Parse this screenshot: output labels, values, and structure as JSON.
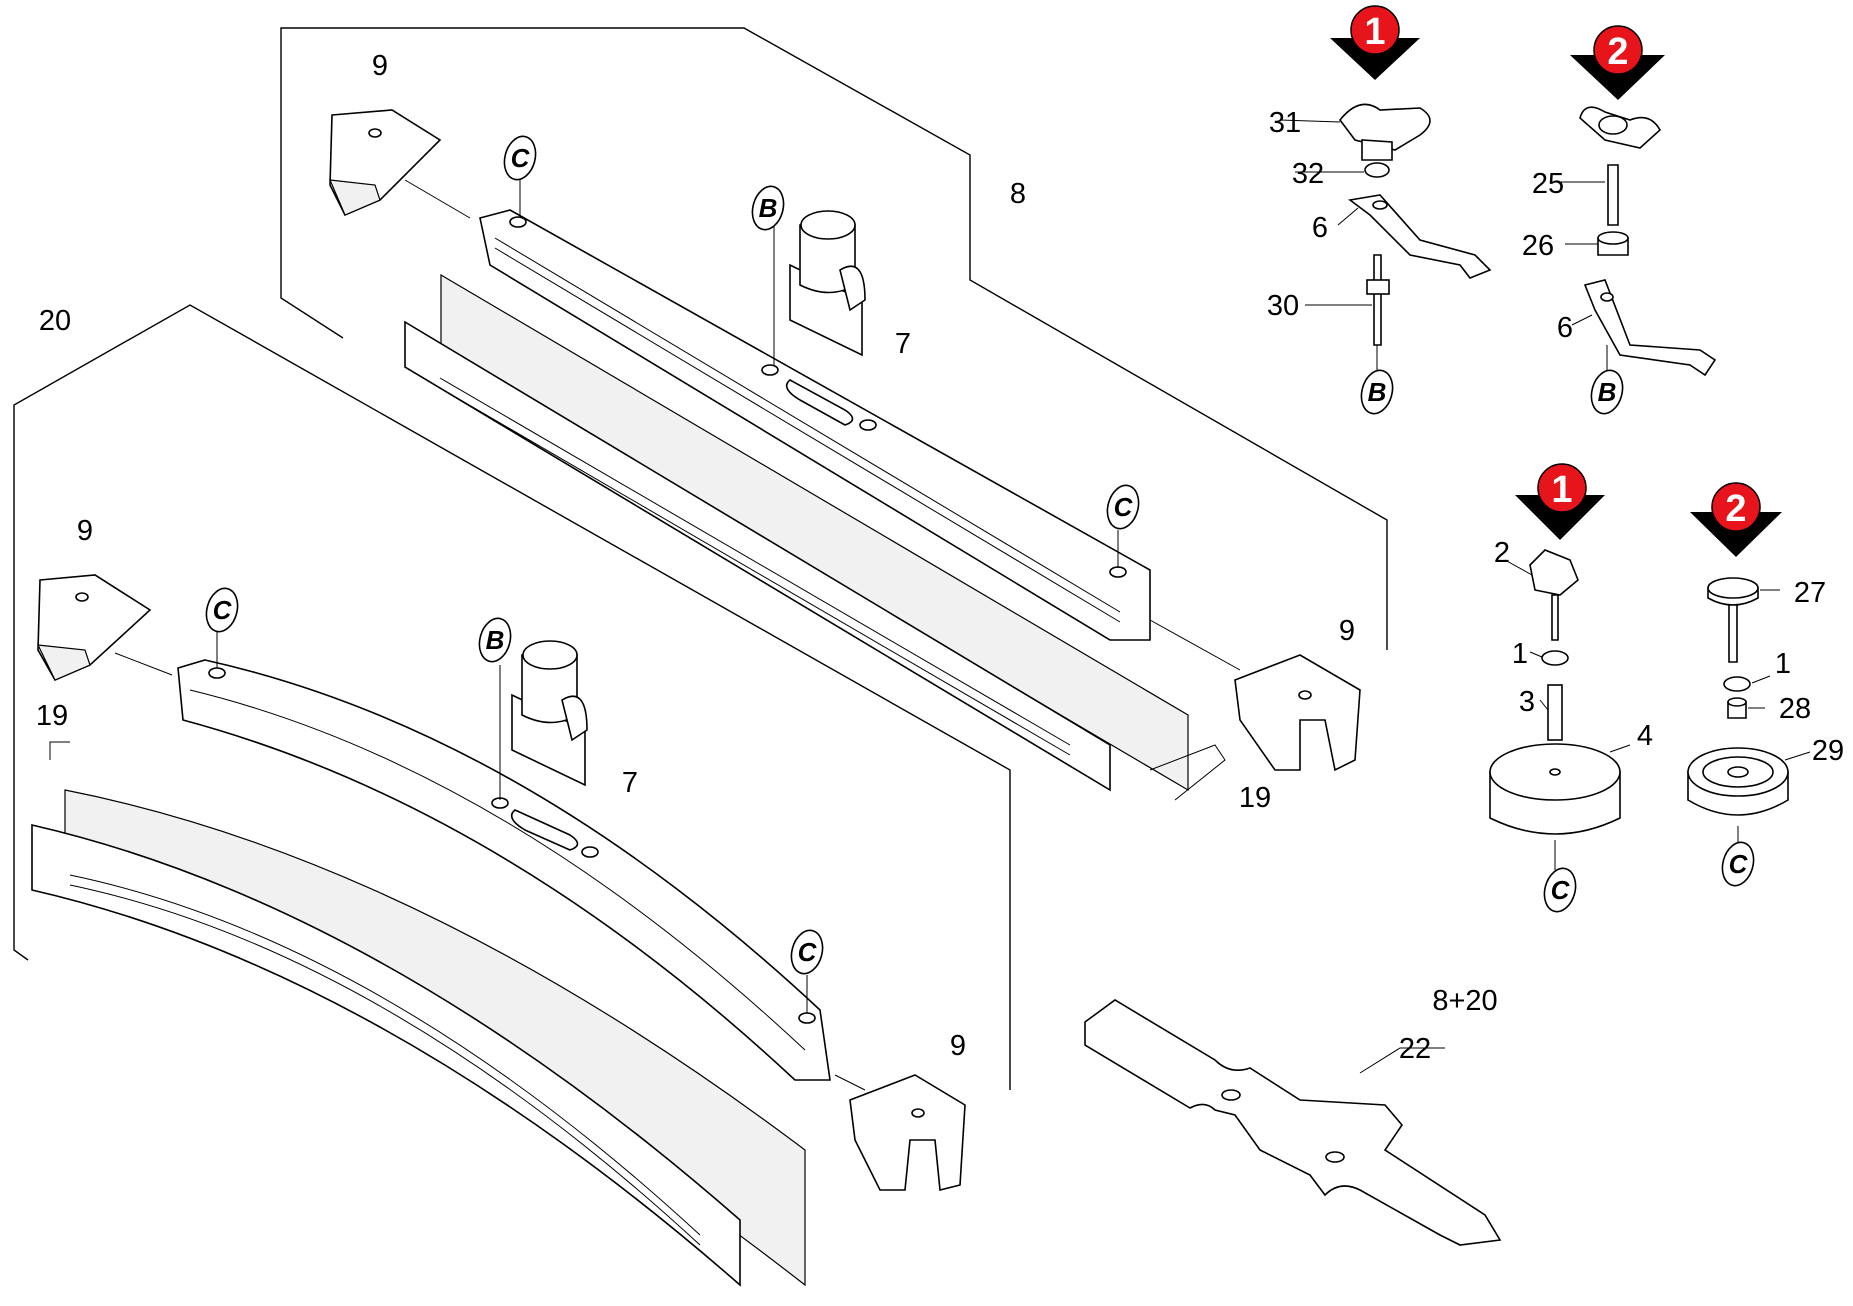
{
  "diagram": {
    "part_numbers": {
      "p1a": "1",
      "p1b": "1",
      "p2": "2",
      "p3": "3",
      "p4": "4",
      "p6a": "6",
      "p6b": "6",
      "p7a": "7",
      "p7b": "7",
      "p8": "8",
      "p9a": "9",
      "p9b": "9",
      "p9c": "9",
      "p9d": "9",
      "p19a": "19",
      "p19b": "19",
      "p20": "20",
      "p22": "22",
      "p8_20": "8+20",
      "p25": "25",
      "p26": "26",
      "p27": "27",
      "p28": "28",
      "p29": "29",
      "p30": "30",
      "p31": "31",
      "p32": "32"
    },
    "reference_letters": {
      "b1": "B",
      "b2": "B",
      "b3": "B",
      "b4": "B",
      "c1": "C",
      "c2": "C",
      "c3": "C",
      "c4": "C",
      "c5": "C",
      "c6": "C"
    },
    "variant_badges": {
      "v1a": "1",
      "v2a": "2",
      "v1b": "1",
      "v2b": "2"
    },
    "colors": {
      "badge": "#e8141c",
      "arrow": "#000000",
      "line": "#000000",
      "background": "#ffffff"
    }
  }
}
